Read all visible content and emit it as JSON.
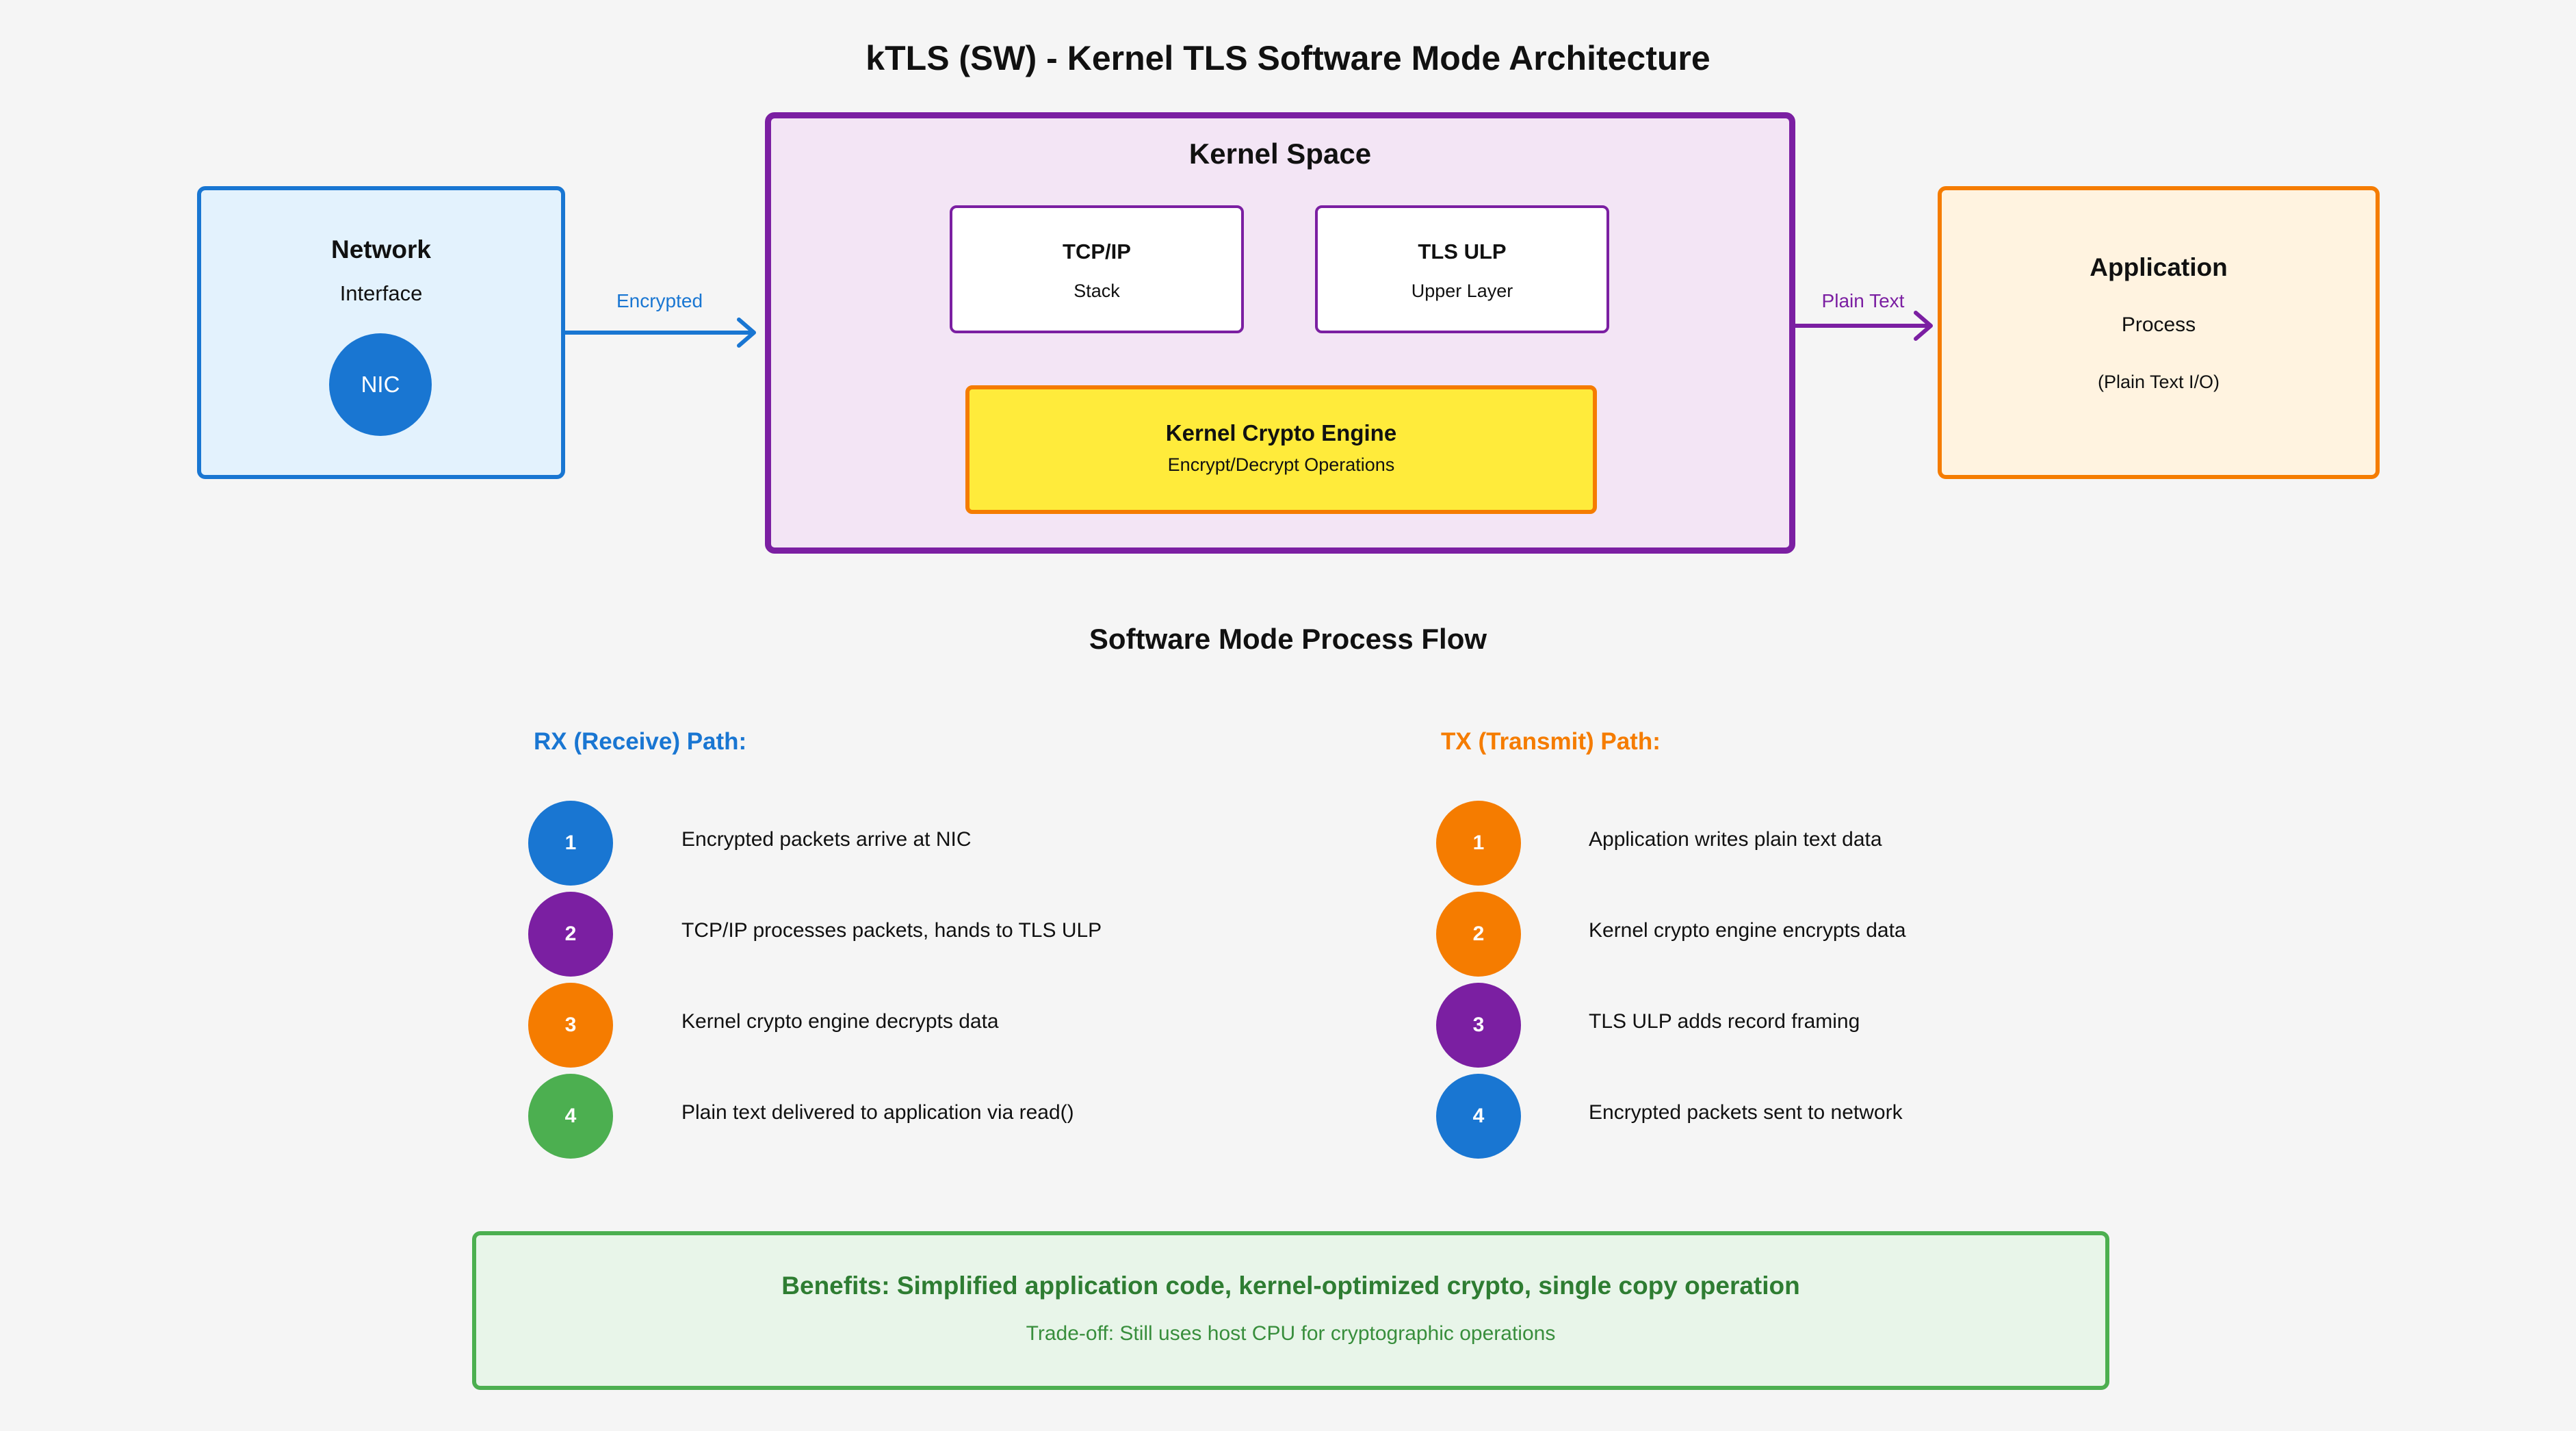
{
  "title": "kTLS (SW) - Kernel TLS Software Mode Architecture",
  "colors": {
    "blue": "#1976d2",
    "purple": "#7b1fa2",
    "orange": "#f57c00",
    "green": "#4caf50",
    "dark_green": "#2e7d32",
    "yellow": "#ffeb3b"
  },
  "network": {
    "title": "Network",
    "subtitle": "Interface",
    "nic": "NIC"
  },
  "kernel": {
    "title": "Kernel Space",
    "tcp": {
      "title": "TCP/IP",
      "subtitle": "Stack"
    },
    "tls": {
      "title": "TLS ULP",
      "subtitle": "Upper Layer"
    },
    "crypto": {
      "title": "Kernel Crypto Engine",
      "subtitle": "Encrypt/Decrypt Operations"
    }
  },
  "application": {
    "title": "Application",
    "subtitle": "Process",
    "note": "(Plain Text I/O)"
  },
  "arrows": {
    "left_label": "Encrypted",
    "right_label": "Plain Text"
  },
  "flow_title": "Software Mode Process Flow",
  "rx": {
    "heading": "RX (Receive) Path:",
    "steps": [
      {
        "num": "1",
        "text": "Encrypted packets arrive at NIC",
        "color": "#1976d2"
      },
      {
        "num": "2",
        "text": "TCP/IP processes packets, hands to TLS ULP",
        "color": "#7b1fa2"
      },
      {
        "num": "3",
        "text": "Kernel crypto engine decrypts data",
        "color": "#f57c00"
      },
      {
        "num": "4",
        "text": "Plain text delivered to application via read()",
        "color": "#4caf50"
      }
    ]
  },
  "tx": {
    "heading": "TX (Transmit) Path:",
    "steps": [
      {
        "num": "1",
        "text": "Application writes plain text data",
        "color": "#f57c00"
      },
      {
        "num": "2",
        "text": "Kernel crypto engine encrypts data",
        "color": "#f57c00"
      },
      {
        "num": "3",
        "text": "TLS ULP adds record framing",
        "color": "#7b1fa2"
      },
      {
        "num": "4",
        "text": "Encrypted packets sent to network",
        "color": "#1976d2"
      }
    ]
  },
  "benefits": {
    "title": "Benefits: Simplified application code, kernel-optimized crypto, single copy operation",
    "tradeoff": "Trade-off: Still uses host CPU for cryptographic operations"
  }
}
